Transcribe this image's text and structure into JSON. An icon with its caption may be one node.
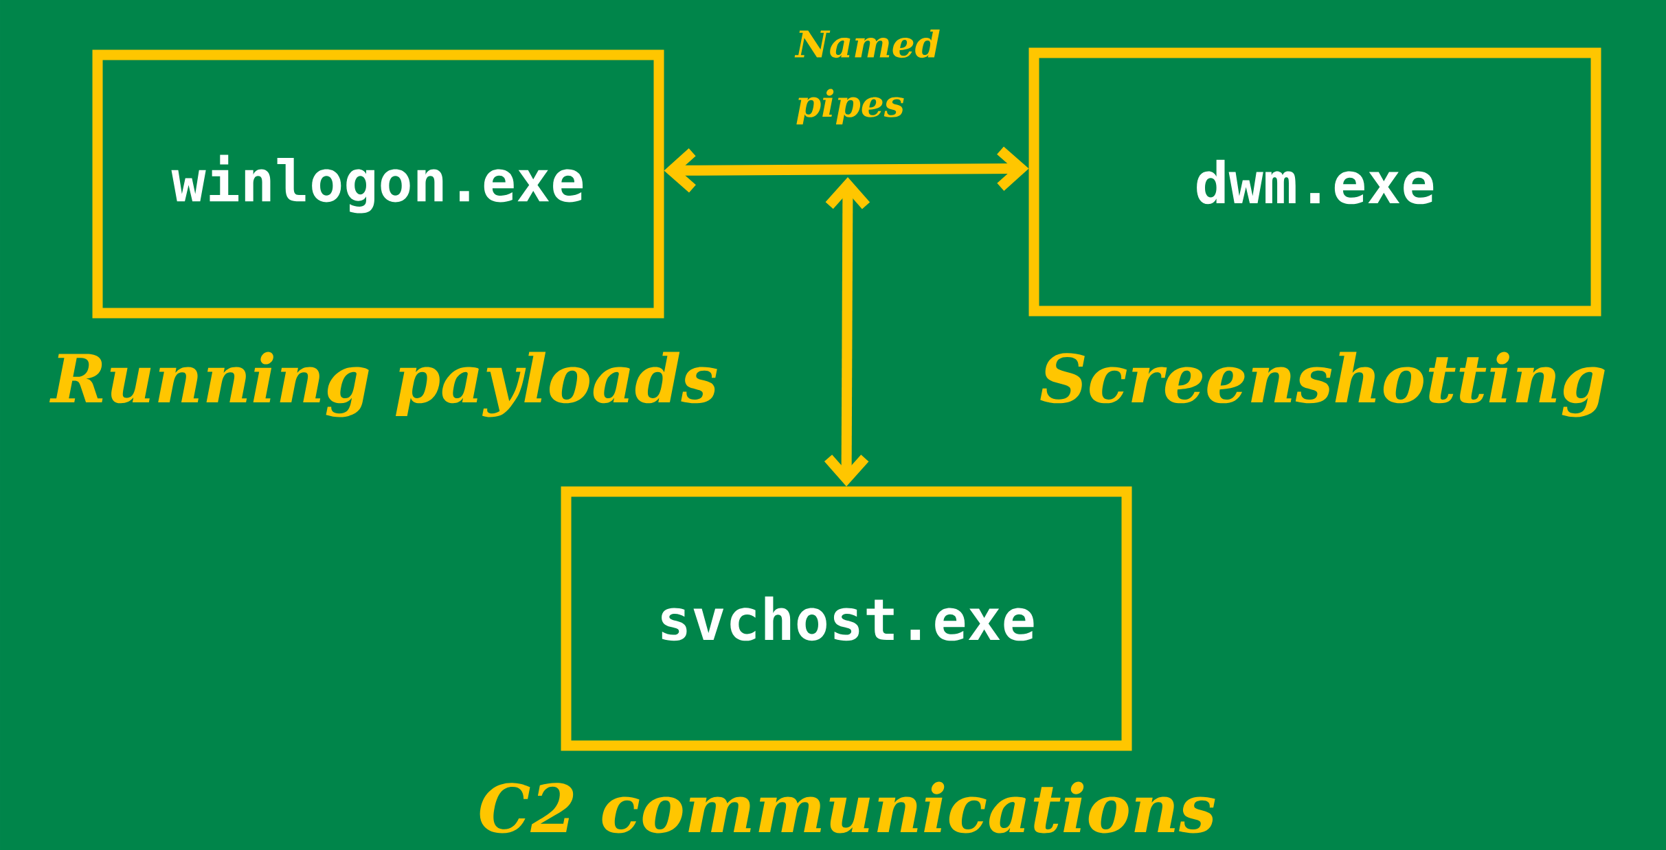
{
  "diagram": {
    "nodes": [
      {
        "text": [
          "winlogon.exe"
        ],
        "beside": [
          "Running payloads"
        ]
      },
      {
        "text": [
          "dwm.exe"
        ],
        "beside": [
          "Screenshotting"
        ]
      },
      {
        "text": [
          "svchost.exe"
        ],
        "beside": [
          "C2 communications"
        ]
      }
    ],
    "edges": [
      {
        "from": 0,
        "to": 1,
        "arrow": "both",
        "label": "Named pipes"
      },
      {
        "from": null,
        "to": 2,
        "arrow": "both"
      }
    ]
  }
}
